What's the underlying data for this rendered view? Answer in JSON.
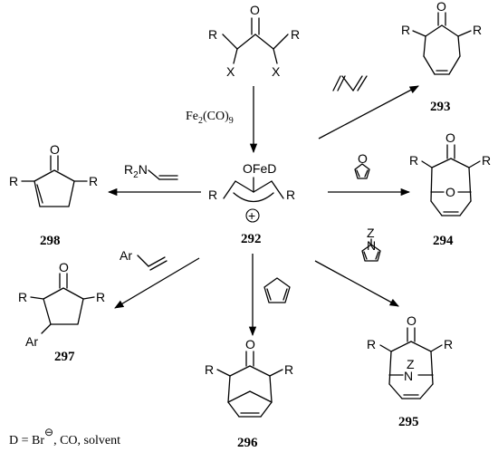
{
  "labels": {
    "R": "R",
    "X": "X",
    "O": "O",
    "N": "N",
    "Z": "Z",
    "Ar": "Ar"
  },
  "start": {
    "reagent_prefix": "Fe",
    "reagent_sub1": "2",
    "reagent_mid": "(CO)",
    "reagent_sub2": "9"
  },
  "intermediate": {
    "group": "OFeD",
    "charge": "+",
    "number": "292"
  },
  "products": {
    "p293": {
      "number": "293"
    },
    "p294": {
      "number": "294"
    },
    "p295": {
      "number": "295"
    },
    "p296": {
      "number": "296"
    },
    "p297": {
      "number": "297"
    },
    "p298": {
      "number": "298"
    }
  },
  "enamine": {
    "prefix": "R",
    "sub": "2",
    "suffix": "N"
  },
  "footnote": {
    "text_before": "D = Br",
    "charge": "⊖",
    "text_after": ", CO, solvent"
  }
}
